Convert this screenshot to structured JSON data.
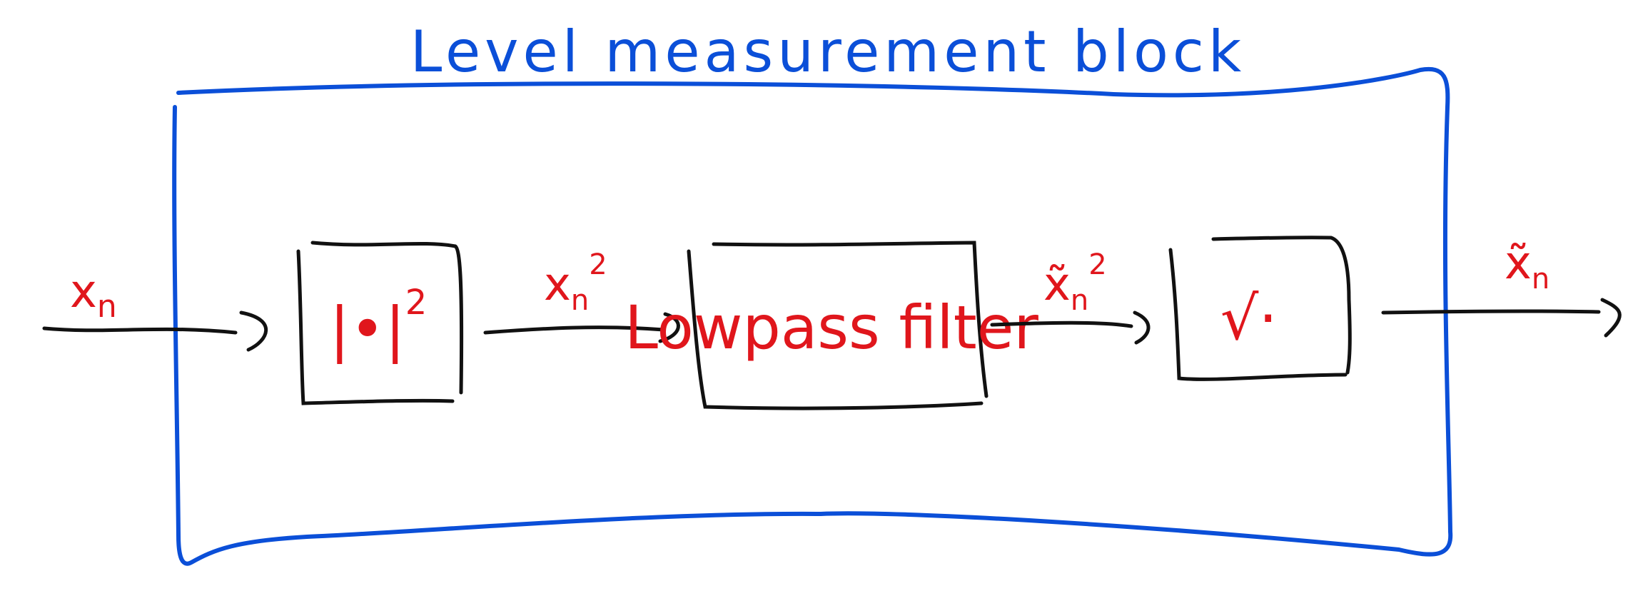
{
  "title": "Level measurement block",
  "colors": {
    "frame": "#0b4fd8",
    "ink": "#111111",
    "label": "#e0161c"
  },
  "input_signal": {
    "base": "x",
    "subscript": "n"
  },
  "blocks": [
    {
      "id": "abs-square",
      "text": "|·|²",
      "text_main": "|•|",
      "text_sup": "2"
    },
    {
      "id": "lowpass",
      "text": "Lowpass filter"
    },
    {
      "id": "sqrt",
      "text": "√·"
    }
  ],
  "signals": [
    {
      "id": "squared",
      "base": "x",
      "subscript": "n",
      "superscript": "2"
    },
    {
      "id": "filtered",
      "base": "x̃",
      "subscript": "n",
      "superscript": "2"
    },
    {
      "id": "output",
      "base": "x̃",
      "subscript": "n"
    }
  ]
}
